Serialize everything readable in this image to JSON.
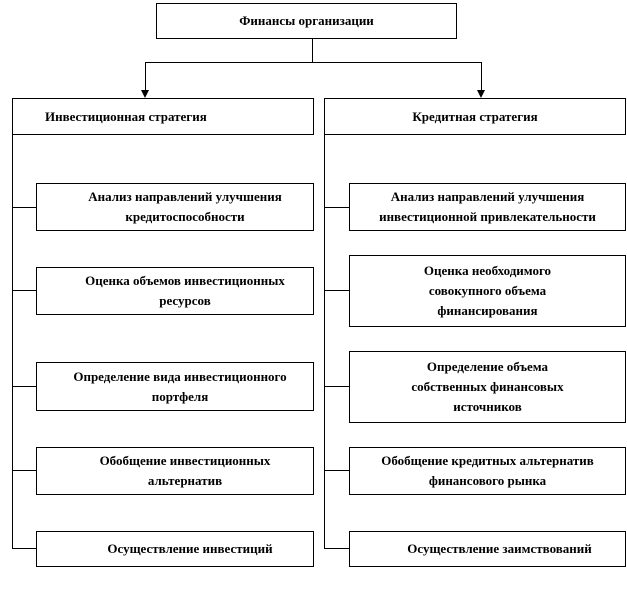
{
  "root": {
    "label": "Финансы организации"
  },
  "left": {
    "header": "Инвестиционная  стратегия",
    "items": [
      "Анализ направлений улучшения кредитоспособности",
      "Оценка объемов инвестиционных ресурсов",
      "Определение вида инвестиционного портфеля",
      "Обобщение инвестиционных альтернатив",
      "Осуществление инвестиций"
    ]
  },
  "right": {
    "header": "Кредитная стратегия",
    "items": [
      "Анализ направлений улучшения инвестиционной привлекательности",
      "Оценка необходимого совокупного объема финансирования",
      "Определение объема собственных финансовых источников",
      "Обобщение кредитных альтернатив финансового рынка",
      "Осуществление заимствований"
    ]
  }
}
